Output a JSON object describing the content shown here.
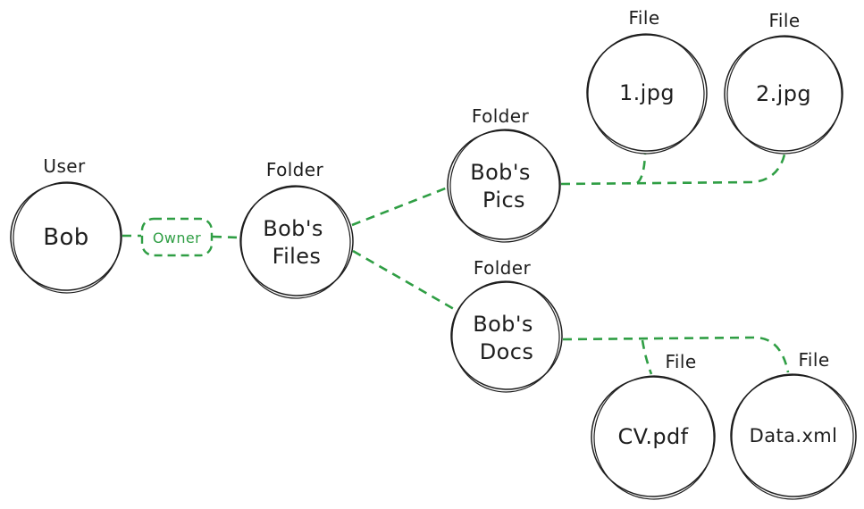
{
  "colors": {
    "edge": "#2f9e44",
    "node_stroke": "#1e1e1e",
    "text": "#1e1e1e",
    "background": "#ffffff"
  },
  "nodes": {
    "bob": {
      "type": "User",
      "label": "Bob"
    },
    "bobs_files": {
      "type": "Folder",
      "lines": [
        "Bob's",
        "Files"
      ]
    },
    "bobs_pics": {
      "type": "Folder",
      "lines": [
        "Bob's",
        "Pics"
      ]
    },
    "file_1jpg": {
      "type": "File",
      "label": "1.jpg"
    },
    "file_2jpg": {
      "type": "File",
      "label": "2.jpg"
    },
    "bobs_docs": {
      "type": "Folder",
      "lines": [
        "Bob's",
        "Docs"
      ]
    },
    "cv_pdf": {
      "type": "File",
      "label": "CV.pdf"
    },
    "data_xml": {
      "type": "File",
      "label": "Data.xml"
    }
  },
  "edges": {
    "owner_label": "Owner",
    "list": [
      {
        "from": "Bob",
        "to": "Bob's Files",
        "label": "Owner"
      },
      {
        "from": "Bob's Files",
        "to": "Bob's Pics"
      },
      {
        "from": "Bob's Files",
        "to": "Bob's Docs"
      },
      {
        "from": "Bob's Pics",
        "to": "1.jpg"
      },
      {
        "from": "Bob's Pics",
        "to": "2.jpg"
      },
      {
        "from": "Bob's Docs",
        "to": "CV.pdf"
      },
      {
        "from": "Bob's Docs",
        "to": "Data.xml"
      }
    ]
  }
}
